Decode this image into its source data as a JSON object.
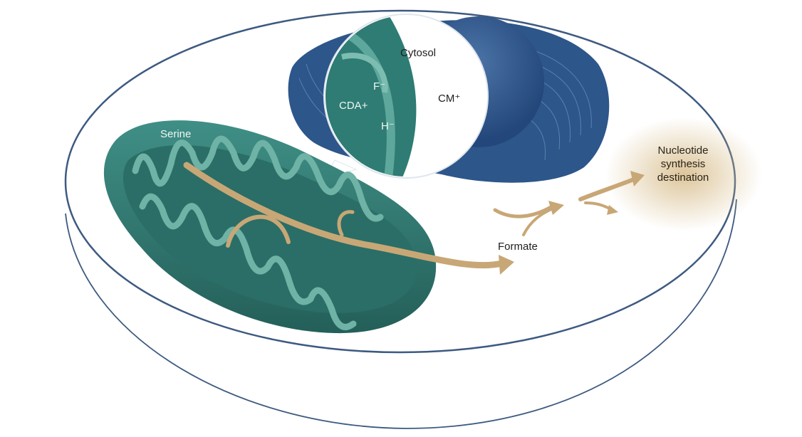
{
  "labels": {
    "serine": "Serine",
    "cytosol": "Cytosol",
    "cda": "CDA+",
    "f_ion": "F⁻",
    "h_ion": "H⁻",
    "cm": "CM⁺",
    "formate": "Formate",
    "nucleotide": [
      "Nucleotide",
      "synthesis",
      "destination"
    ]
  },
  "colors": {
    "cell_outline": "#3d5a80",
    "mitochondrion": "#2f7a72",
    "er_nucleus": "#2f5a8e",
    "pathway_arrow": "#c8a776"
  }
}
